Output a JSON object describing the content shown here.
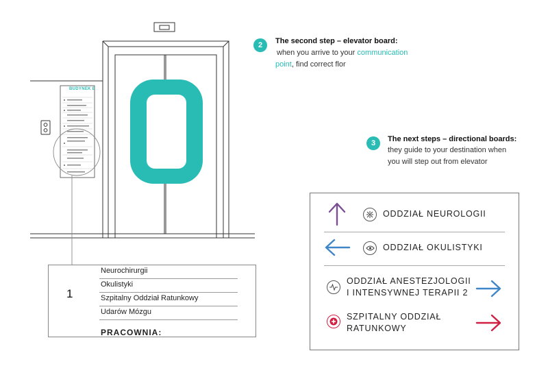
{
  "colors": {
    "accent": "#28bcb4",
    "purple": "#7a4f93",
    "blue": "#3f86c8",
    "red": "#d11f43",
    "line": "#333333"
  },
  "elevator": {
    "floor_marker": "0"
  },
  "building_board": {
    "title": "BUDYNEK E"
  },
  "steps": [
    {
      "number": "2",
      "title": "The second step – elevator board:",
      "text_before": "when you arrive to your",
      "highlight_a": "communication",
      "highlight_b": "point",
      "text_after": ", find correct flor"
    },
    {
      "number": "3",
      "title": "The next steps – directional boards:",
      "line1": "they guide to your destination when",
      "line2": "you will step out from elevator"
    }
  ],
  "zoom_card": {
    "floor": "1",
    "entries": [
      "Neurochirurgii",
      "Okulistyki",
      "Szpitalny Oddział Ratunkowy",
      "Udarów Mózgu"
    ],
    "cut_heading": "PRACOWNIA:"
  },
  "directional_board": {
    "items": [
      {
        "label": "ODDZIAŁ NEUROLOGII",
        "arrow": "up",
        "arrow_color": "#7a4f93",
        "icon": "neurology-icon"
      },
      {
        "label": "ODDZIAŁ OKULISTYKI",
        "arrow": "left",
        "arrow_color": "#3f86c8",
        "icon": "eye-icon"
      },
      {
        "label_line1": "ODDZIAŁ ANESTEZJOLOGII",
        "label_line2": "I INTENSYWNEJ TERAPII 2",
        "arrow": "right",
        "arrow_color": "#3f86c8",
        "icon": "pulse-icon"
      },
      {
        "label_line1": "SZPITALNY ODDZIAŁ",
        "label_line2": "RATUNKOWY",
        "arrow": "right",
        "arrow_color": "#d11f43",
        "icon": "emergency-plus-icon"
      }
    ]
  }
}
